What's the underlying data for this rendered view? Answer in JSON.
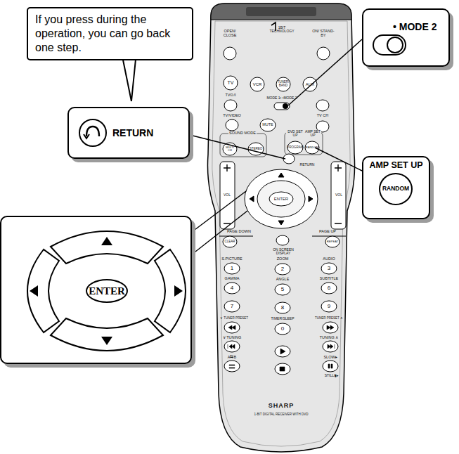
{
  "diagram": {
    "nodes": [
      {
        "text": [
          "If you press during the operation, you can go back one step."
        ]
      },
      {
        "text": [
          "• MODE 2"
        ]
      },
      {
        "text": [
          "RETURN"
        ]
      },
      {
        "text": [
          "AMP SET UP"
        ]
      },
      {
        "text": [
          "RANDOM"
        ],
        "in": 3
      },
      {
        "text": []
      },
      {
        "text": [
          "ENTER"
        ],
        "in": 5
      }
    ],
    "edges": [
      {
        "from": 0,
        "to": 2,
        "arrow": "none"
      }
    ],
    "labels": [
      "OPEN/ CLOSE",
      "1BIT TECHNOLOGY",
      "ON/ STAND-BY",
      "TV",
      "VCR",
      "TUNER/ BAND",
      "AUX",
      "TV⊙/I",
      "MODE 1• •MODE 2",
      "TV/VIDEO",
      "MUTE",
      "TV CH",
      "SOUND MODE",
      "MULTI CH",
      "STEREO",
      "DVD SET UP",
      "AMP SET UP",
      "PROGRAM",
      "RANDOM",
      "RETURN",
      "VOL",
      "VOL",
      "ENTER",
      "PAGE DOWN",
      "PAGE UP",
      "CLEAR",
      "REPEAT",
      "ON SCREEN DISPLAY",
      "S.PICTURE",
      "ZOOM",
      "AUDIO",
      "1",
      "2",
      "3",
      "GAMMA",
      "ANGLE",
      "SUBTITLE",
      "4",
      "5",
      "6",
      "7",
      "8",
      "9",
      "∨ TUNER PRESET",
      "TIMER/SLEEP",
      "TUNER PRESET ∧",
      "0",
      "∨ TUNING",
      "TUNING ∧",
      "A⇆B",
      "SLOW▸",
      "STILL/▮▸",
      "SHARP",
      "1-BIT DIGITAL RECEIVER WITH DVD"
    ]
  }
}
